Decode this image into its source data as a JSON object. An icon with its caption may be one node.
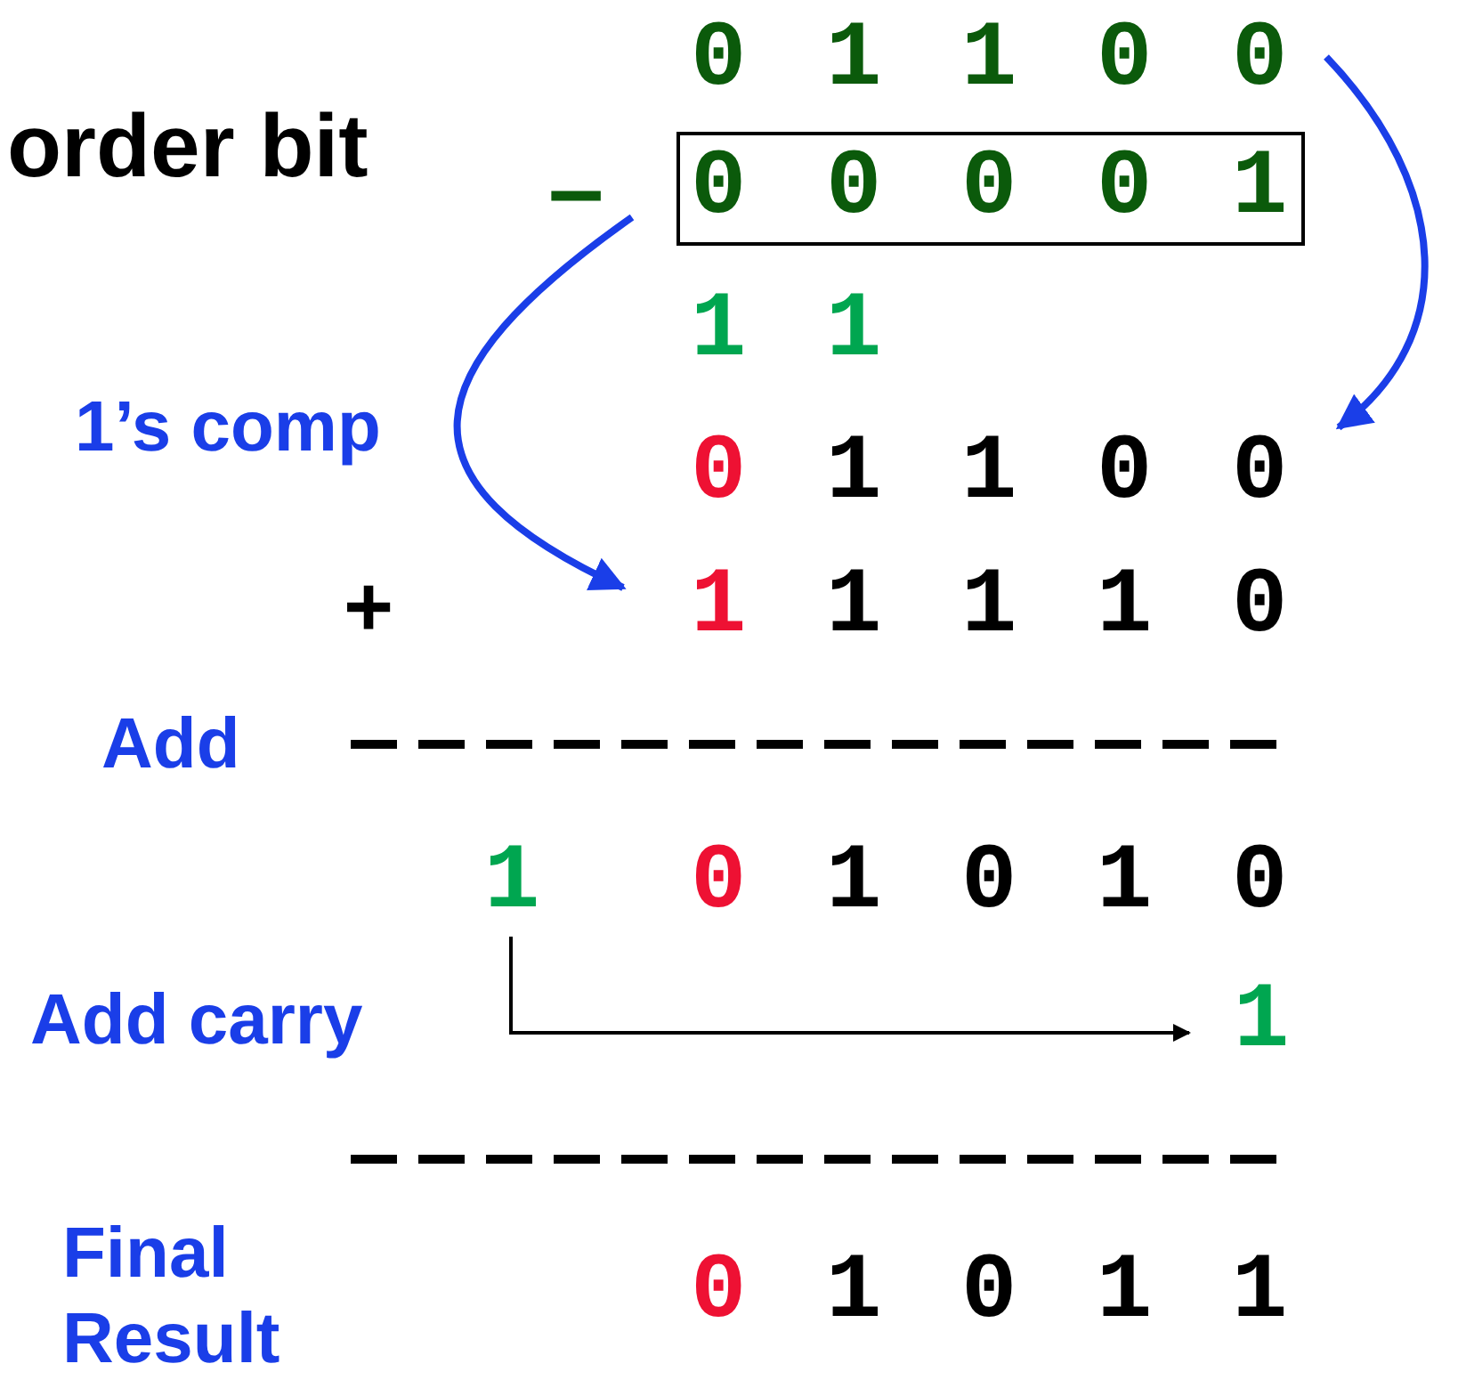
{
  "diagram": {
    "nodes": [
      {
        "text": [
          "0 1 1 0 0"
        ]
      },
      {
        "text": [
          "0 0 0 0 1"
        ]
      },
      {
        "text": [
          "0 1 1 0 0"
        ]
      },
      {
        "text": [
          "1 1 1 1 0"
        ]
      },
      {
        "text": [
          "1"
        ]
      },
      {
        "text": [
          "1"
        ]
      }
    ],
    "edges": [
      {
        "from": 0,
        "to": 2,
        "arrow": "to",
        "color": "#1a3ee8"
      },
      {
        "from": 1,
        "to": 3,
        "arrow": "to",
        "color": "#1a3ee8"
      },
      {
        "from": 4,
        "to": 5,
        "arrow": "to",
        "color": "#000000"
      }
    ],
    "labels": [
      "order bit",
      "–",
      "1 1",
      "1’s comp",
      "+",
      "Add",
      "0 1 0 1 0",
      "Add carry",
      "Final Result",
      "0 1 0 1 1"
    ]
  }
}
